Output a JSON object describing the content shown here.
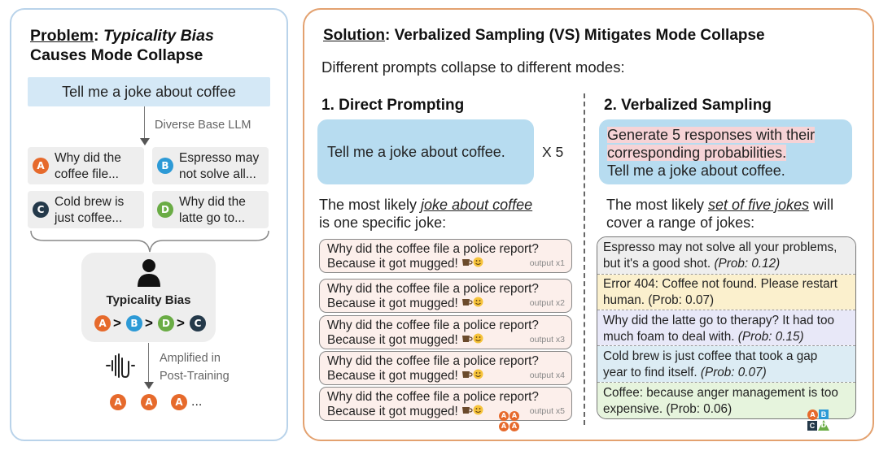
{
  "colors": {
    "badge_a": "#e66a2c",
    "badge_b": "#2d9ad6",
    "badge_c": "#24394a",
    "badge_d": "#6aac45",
    "left_border": "#b9d3ea",
    "right_border": "#e3a16f",
    "prompt_bg": "#b7dcf0",
    "output_bg": "#fcefeb",
    "vs_row_colors": [
      "#eeeeee",
      "#fbf0cd",
      "#e8e8f8",
      "#dcecf4",
      "#e6f4dd"
    ]
  },
  "left": {
    "title_problem": "Problem",
    "title_colon": ": ",
    "title_italic": "Typicality Bias",
    "title_line2": "Causes Mode Collapse",
    "prompt": "Tell me a joke about coffee",
    "base_llm_label": "Diverse Base LLM",
    "cards": [
      {
        "badge": "A",
        "line1": "Why did the",
        "line2": "coffee file..."
      },
      {
        "badge": "B",
        "line1": "Espresso may",
        "line2": "not solve all..."
      },
      {
        "badge": "C",
        "line1": "Cold brew is",
        "line2": "just coffee..."
      },
      {
        "badge": "D",
        "line1": "Why did the",
        "line2": "latte go to..."
      }
    ],
    "typicality_label": "Typicality Bias",
    "ranking": [
      "A",
      "B",
      "D",
      "C"
    ],
    "ranking_sep": ">",
    "amplified_line1": "Amplified in",
    "amplified_line2": "Post-Training",
    "outputs": [
      "A",
      "A",
      "A"
    ],
    "ellipsis": "..."
  },
  "right": {
    "title_solution": "Solution",
    "title_rest": ": Verbalized Sampling (VS) Mitigates Mode Collapse",
    "subtitle": "Different prompts collapse to different modes:",
    "direct": {
      "heading": "1. Direct Prompting",
      "prompt": "Tell me a joke about coffee.",
      "repeat": "X 5",
      "desc_pre": "The most likely ",
      "desc_ul": "joke about coffee",
      "desc_line2": "is one specific joke:",
      "outputs": [
        {
          "line1": "Why did the coffee file a police report?",
          "line2": "Because it got mugged! ",
          "tag": "output x1"
        },
        {
          "line1": "Why did the coffee file a police report?",
          "line2": "Because it got mugged! ",
          "tag": "output x2"
        },
        {
          "line1": "Why did the coffee file a police report?",
          "line2": "Because it got mugged! ",
          "tag": "output x3"
        },
        {
          "line1": "Why did the coffee file a police report?",
          "line2": "Because it got mugged! ",
          "tag": "output x4"
        },
        {
          "line1": "Why did the coffee file a police report?",
          "line2": "Because it got mugged! ",
          "tag": "output x5"
        }
      ],
      "collapse_badges": [
        "A",
        "A",
        "A",
        "A"
      ]
    },
    "vs": {
      "heading": "2. Verbalized Sampling",
      "prompt_line1": "Generate 5 responses with their",
      "prompt_line2": "corresponding probabilities.",
      "prompt_line3": "Tell me a joke about coffee.",
      "desc_pre": "The most likely ",
      "desc_ul": "set of five jokes",
      "desc_post": " will",
      "desc_line2": "cover a range of jokes:",
      "responses": [
        {
          "line1": "Espresso may not solve all your problems,",
          "line2": "but it's a good shot. ",
          "prob": "(Prob: 0.12)",
          "prob_italic": true
        },
        {
          "line1": "Error 404: Coffee not found. Please restart",
          "line2": "human. ",
          "prob": "(Prob: 0.07)",
          "prob_italic": false
        },
        {
          "line1": "Why did the latte go to therapy? It had too",
          "line2": "much foam to deal with. ",
          "prob": "(Prob: 0.15)",
          "prob_italic": true
        },
        {
          "line1": "Cold brew is just coffee that took a gap",
          "line2": "year to find itself. ",
          "prob": "(Prob: 0.07)",
          "prob_italic": true
        },
        {
          "line1": "Coffee: because anger management is too",
          "line2": "expensive. ",
          "prob": "(Prob: 0.06)",
          "prob_italic": false
        }
      ],
      "diverse_badges": [
        "A",
        "B",
        "C",
        "D"
      ]
    }
  },
  "icons": [
    "person-icon",
    "waveform-icon",
    "coffee-cup-icon",
    "smiley-face-icon"
  ]
}
